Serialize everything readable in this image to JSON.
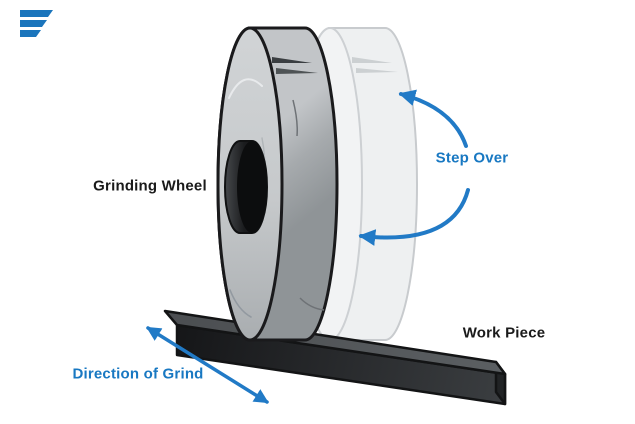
{
  "diagram": {
    "labels": {
      "grinding_wheel": "Grinding Wheel",
      "step_over": "Step Over",
      "work_piece": "Work Piece",
      "direction_of_grind": "Direction of Grind"
    },
    "colors": {
      "accent_blue": "#217ac6",
      "label_blue": "#1878c2",
      "label_dark": "#1a1a1a",
      "logo_blue": "#1b75bc",
      "wheel_face_gray": "#c6c9cb",
      "wheel_rim_gray": "#90959a",
      "wheel_hub_dark": "#141517",
      "ghost_wheel_gray": "#eef0f1",
      "workpiece_top_gray": "#54575a",
      "workpiece_front_dark": "#2e3033",
      "outline_black": "#1a1a1c",
      "background": "#ffffff"
    },
    "icons": {
      "logo": "brand-logo-stripes"
    }
  }
}
